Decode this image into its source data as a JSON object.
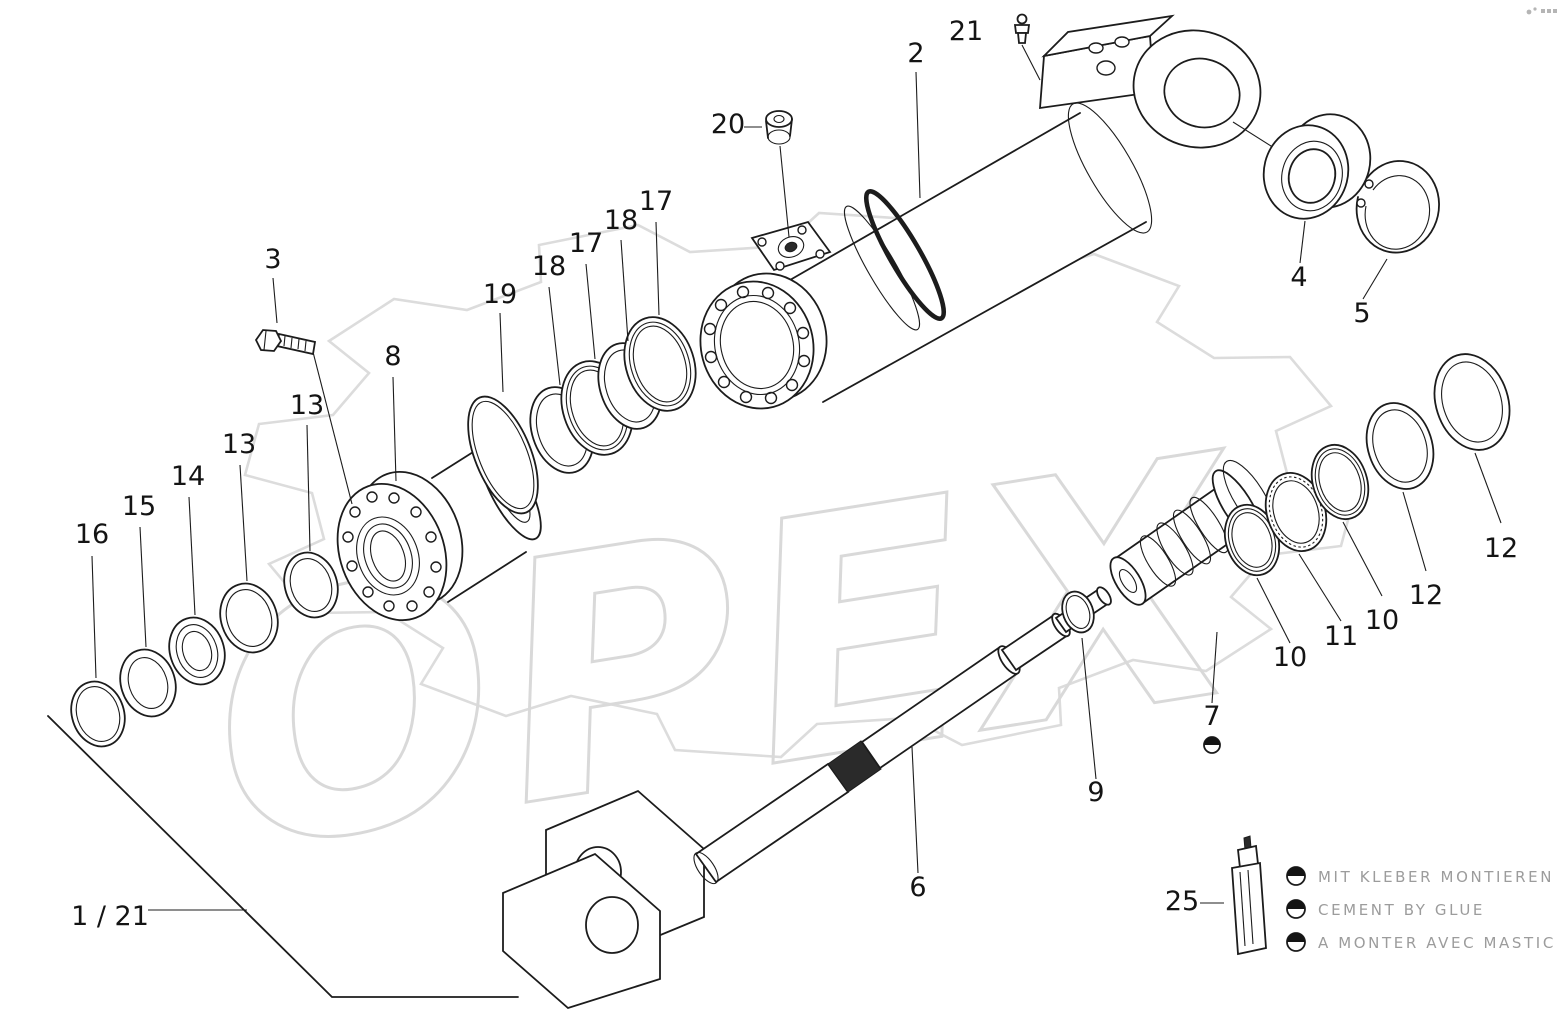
{
  "page": {
    "background": "#ffffff",
    "line_color": "#1c1c1c",
    "watermark_color": "#dcdcdc"
  },
  "watermark": {
    "text": "OPEX"
  },
  "group_label": "1 / 21",
  "callouts": {
    "c2": "2",
    "c3": "3",
    "c4": "4",
    "c5": "5",
    "c6": "6",
    "c7": "7",
    "c9": "9",
    "c10a": "10",
    "c10b": "10",
    "c11": "11",
    "c12a": "12",
    "c12b": "12",
    "c13a": "13",
    "c13b": "13",
    "c14": "14",
    "c15": "15",
    "c16": "16",
    "c17a": "17",
    "c17b": "17",
    "c18a": "18",
    "c18b": "18",
    "c19": "19",
    "c20": "20",
    "c21": "21",
    "c25": "25"
  },
  "legend": {
    "lines": [
      "MIT KLEBER MONTIEREN",
      "CEMENT BY GLUE",
      "A MONTER AVEC MASTIC"
    ]
  }
}
